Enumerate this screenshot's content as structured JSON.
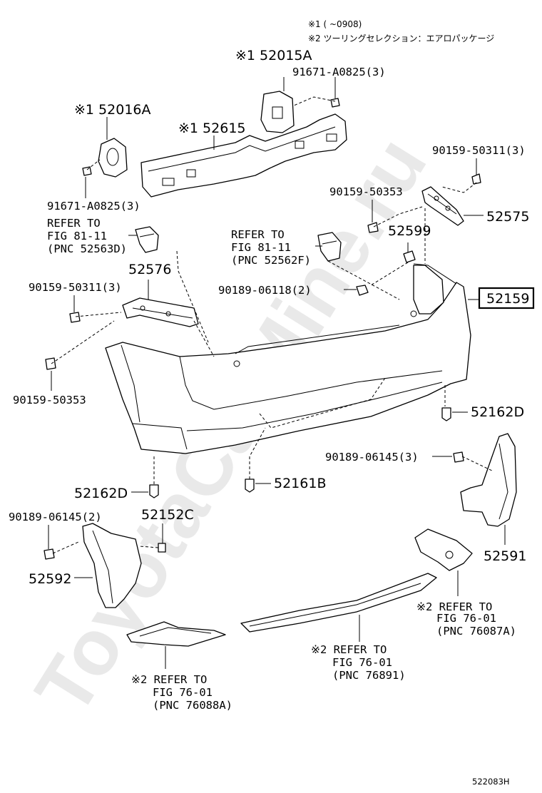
{
  "notes": {
    "n1": "※1 (        ~0908)",
    "n2": "※2 ツーリングセレクション：エアロパッケージ"
  },
  "watermark": "ToyotaCarMine.ru",
  "figure_code": "522083H",
  "labels": {
    "p52015A": "※1 52015A",
    "p91671_top": "91671-A0825(3)",
    "p52016A": "※1 52016A",
    "p52615": "※1 52615",
    "p91671_left": "91671-A0825(3)",
    "p90159_50311_r": "90159-50311(3)",
    "p90159_50353_r": "90159-50353",
    "p52575": "52575",
    "ref8111a_1": "REFER TO",
    "ref8111a_2": "FIG 81-11",
    "ref8111a_3": "(PNC 52563D)",
    "ref8111b_1": "REFER TO",
    "ref8111b_2": "FIG 81-11",
    "ref8111b_3": "(PNC 52562F)",
    "p52599": "52599",
    "p52576": "52576",
    "p90159_50311_l": "90159-50311(3)",
    "p90189_06118": "90189-06118(2)",
    "p52159": "52159",
    "p90159_50353_l": "90159-50353",
    "p52162D_r": "52162D",
    "p90189_06145_r": "90189-06145(3)",
    "p52161B": "52161B",
    "p52162D_l": "52162D",
    "p90189_06145_l": "90189-06145(2)",
    "p52152C": "52152C",
    "p52591": "52591",
    "p52592": "52592",
    "ref7601a_1": "※2 REFER TO",
    "ref7601a_2": "FIG 76-01",
    "ref7601a_3": "(PNC 76087A)",
    "ref7601b_1": "※2 REFER TO",
    "ref7601b_2": "FIG 76-01",
    "ref7601b_3": "(PNC 76891)",
    "ref7601c_1": "※2 REFER TO",
    "ref7601c_2": "FIG 76-01",
    "ref7601c_3": "(PNC 76088A)"
  }
}
